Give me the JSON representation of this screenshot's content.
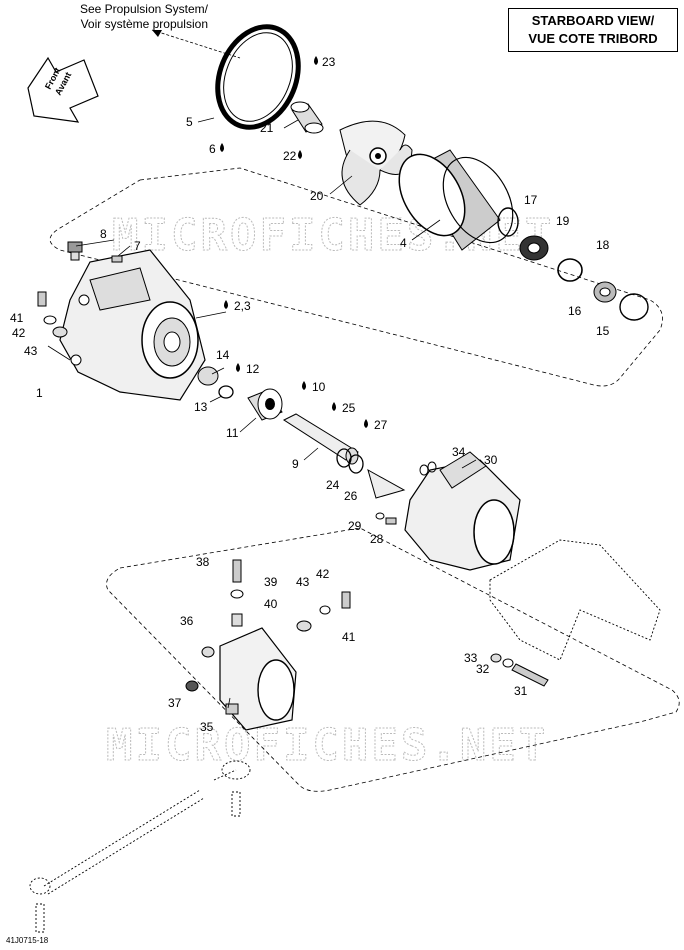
{
  "header": {
    "view_line1": "STARBOARD VIEW/",
    "view_line2": "VUE COTE TRIBORD",
    "see_line1": "See Propulsion System/",
    "see_line2": "Voir système propulsion",
    "front_line1": "Front",
    "front_line2": "Avant"
  },
  "watermark": "MICROFICHES.NET",
  "footer": {
    "ref": "41J0715-18"
  },
  "callouts": [
    {
      "id": "c5",
      "text": "5"
    },
    {
      "id": "c6",
      "text": "6"
    },
    {
      "id": "c21",
      "text": "21"
    },
    {
      "id": "c23",
      "text": "23"
    },
    {
      "id": "c22",
      "text": "22"
    },
    {
      "id": "c20",
      "text": "20"
    },
    {
      "id": "c4",
      "text": "4"
    },
    {
      "id": "c17",
      "text": "17"
    },
    {
      "id": "c19",
      "text": "19"
    },
    {
      "id": "c18",
      "text": "18"
    },
    {
      "id": "c16",
      "text": "16"
    },
    {
      "id": "c15",
      "text": "15"
    },
    {
      "id": "c8",
      "text": "8"
    },
    {
      "id": "c7",
      "text": "7"
    },
    {
      "id": "c41a",
      "text": "41"
    },
    {
      "id": "c42a",
      "text": "42"
    },
    {
      "id": "c43a",
      "text": "43"
    },
    {
      "id": "c1",
      "text": "1"
    },
    {
      "id": "c23b",
      "text": "2,3"
    },
    {
      "id": "c14",
      "text": "14"
    },
    {
      "id": "c12",
      "text": "12"
    },
    {
      "id": "c13",
      "text": "13"
    },
    {
      "id": "c11",
      "text": "11"
    },
    {
      "id": "c10",
      "text": "10"
    },
    {
      "id": "c25",
      "text": "25"
    },
    {
      "id": "c27",
      "text": "27"
    },
    {
      "id": "c9",
      "text": "9"
    },
    {
      "id": "c24",
      "text": "24"
    },
    {
      "id": "c26",
      "text": "26"
    },
    {
      "id": "c34",
      "text": "34"
    },
    {
      "id": "c30",
      "text": "30"
    },
    {
      "id": "c29",
      "text": "29"
    },
    {
      "id": "c28",
      "text": "28"
    },
    {
      "id": "c38",
      "text": "38"
    },
    {
      "id": "c39",
      "text": "39"
    },
    {
      "id": "c43b",
      "text": "43"
    },
    {
      "id": "c42b",
      "text": "42"
    },
    {
      "id": "c40",
      "text": "40"
    },
    {
      "id": "c41b",
      "text": "41"
    },
    {
      "id": "c36",
      "text": "36"
    },
    {
      "id": "c37",
      "text": "37"
    },
    {
      "id": "c35",
      "text": "35"
    },
    {
      "id": "c33",
      "text": "33"
    },
    {
      "id": "c32",
      "text": "32"
    },
    {
      "id": "c31",
      "text": "31"
    }
  ]
}
